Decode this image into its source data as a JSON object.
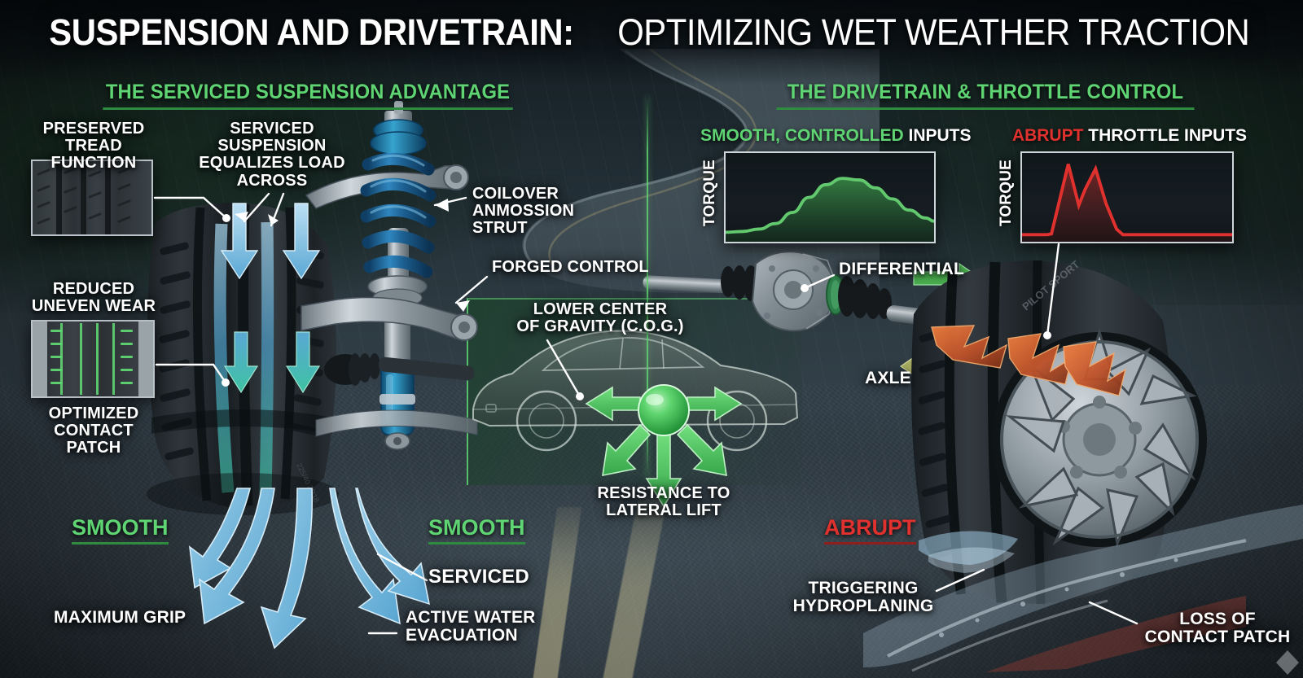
{
  "title": {
    "strong": "SUSPENSION AND DRIVETRAIN:",
    "light": " OPTIMIZING WET WEATHER TRACTION"
  },
  "sections": {
    "left_header": "THE SERVICED SUSPENSION ADVANTAGE",
    "right_header": "THE DRIVETRAIN & THROTTLE CONTROL"
  },
  "left_panel": {
    "tread_good_label": "PRESERVED\nTREAD FUNCTION",
    "tread_worn_label_top": "REDUCED\nUNEVEN WEAR",
    "tread_worn_label_bottom": "OPTIMIZED\nCONTACT PATCH",
    "equalize_label": "SERVICED SUSPENSION\nEQUALIZES LOAD\nACROSS",
    "coilover_label": "COILOVER\nANMOSSION\nSTRUT",
    "forged_label": "FORGED CONTROL",
    "badge_smooth_left": "SMOOTH",
    "badge_smooth_right": "SMOOTH",
    "maximum_grip": "MAXIMUM GRIP",
    "serviced": "SERVICED",
    "active_water": "ACTIVE WATER\nEVACUATION"
  },
  "center_panel": {
    "cog_label": "LOWER CENTER\nOF GRAVITY (C.O.G.)",
    "resistance_label": "RESISTANCE TO\nLATERAL LIFT"
  },
  "right_panel": {
    "smooth_inputs_green": "SMOOTH, CONTROLLED",
    "smooth_inputs_white": " INPUTS",
    "abrupt_inputs_red": "ABRUPT",
    "abrupt_inputs_white": " THROTTLE INPUTS",
    "axis_label_left": "TORQUE",
    "axis_label_right": "TORQUE",
    "differential_label": "DIFFERENTIAL",
    "axle_label": "AXLE",
    "badge_abrupt": "ABRUPT",
    "triggering_label": "TRIGGERING\nHYDROPLANING",
    "loss_label": "LOSS OF\nCONTACT PATCH"
  },
  "colors": {
    "green": "#5fd472",
    "green_dark": "#2f8b3f",
    "red": "#e0312e",
    "red_dark": "#8e1f1d",
    "white": "#ffffff",
    "blue_water": "#6bb6e0",
    "panel_border": "#b9c2c8"
  },
  "chart_data": [
    {
      "type": "area",
      "title": "SMOOTH, CONTROLLED INPUTS",
      "ylabel": "TORQUE",
      "xlabel": "",
      "series_name": "smooth torque",
      "color": "#4caf50",
      "grid": false,
      "legend": "none",
      "xlim": [
        0,
        100
      ],
      "ylim": [
        0,
        100
      ],
      "x": [
        0,
        8,
        16,
        24,
        32,
        40,
        48,
        56,
        64,
        72,
        80,
        88,
        96,
        100
      ],
      "values": [
        6,
        7,
        10,
        17,
        31,
        50,
        66,
        74,
        72,
        62,
        48,
        34,
        24,
        20
      ]
    },
    {
      "type": "area",
      "title": "ABRUPT THROTTLE INPUTS",
      "ylabel": "TORQUE",
      "xlabel": "",
      "series_name": "abrupt torque",
      "color": "#e0312e",
      "grid": false,
      "legend": "none",
      "xlim": [
        0,
        100
      ],
      "ylim": [
        0,
        100
      ],
      "x": [
        0,
        12,
        14,
        22,
        27,
        30,
        35,
        40,
        45,
        48,
        100
      ],
      "values": [
        3,
        3,
        4,
        92,
        40,
        60,
        86,
        42,
        10,
        3,
        3
      ]
    }
  ],
  "icons": {
    "water_arrow": "down-arrow-icon",
    "cog_sphere": "center-of-gravity-sphere-icon",
    "lateral_arrows": "radiating-arrows-icon",
    "torque_forward_arrow": "right-arrow-icon",
    "torque_reverse_arrow": "left-arrow-icon",
    "friction_flare": "friction-flare-icon"
  }
}
